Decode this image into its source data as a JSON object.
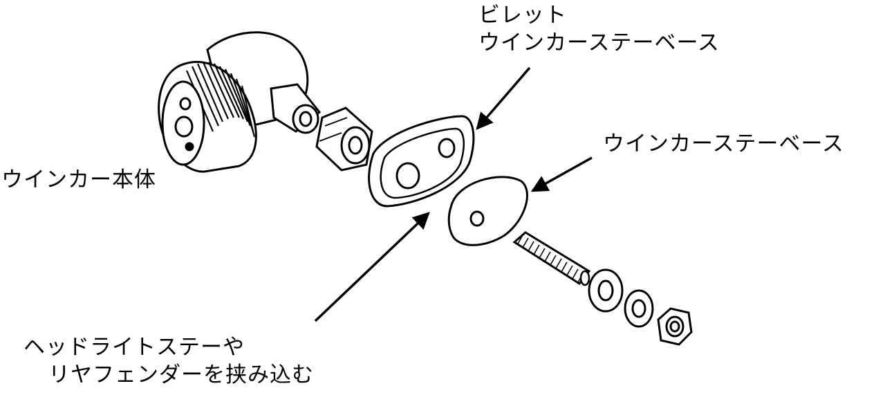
{
  "labels": {
    "winker_body": "ウインカー本体",
    "billet_line1": "ビレット",
    "billet_line2": "ウインカーステーベース",
    "stay_base": "ウインカーステーベース",
    "clamp_line1": "ヘッドライトステーや",
    "clamp_line2": "リヤフェンダーを挟み込む"
  },
  "colors": {
    "ink": "#000000",
    "paper": "#ffffff",
    "shade": "#d9d9d9"
  }
}
